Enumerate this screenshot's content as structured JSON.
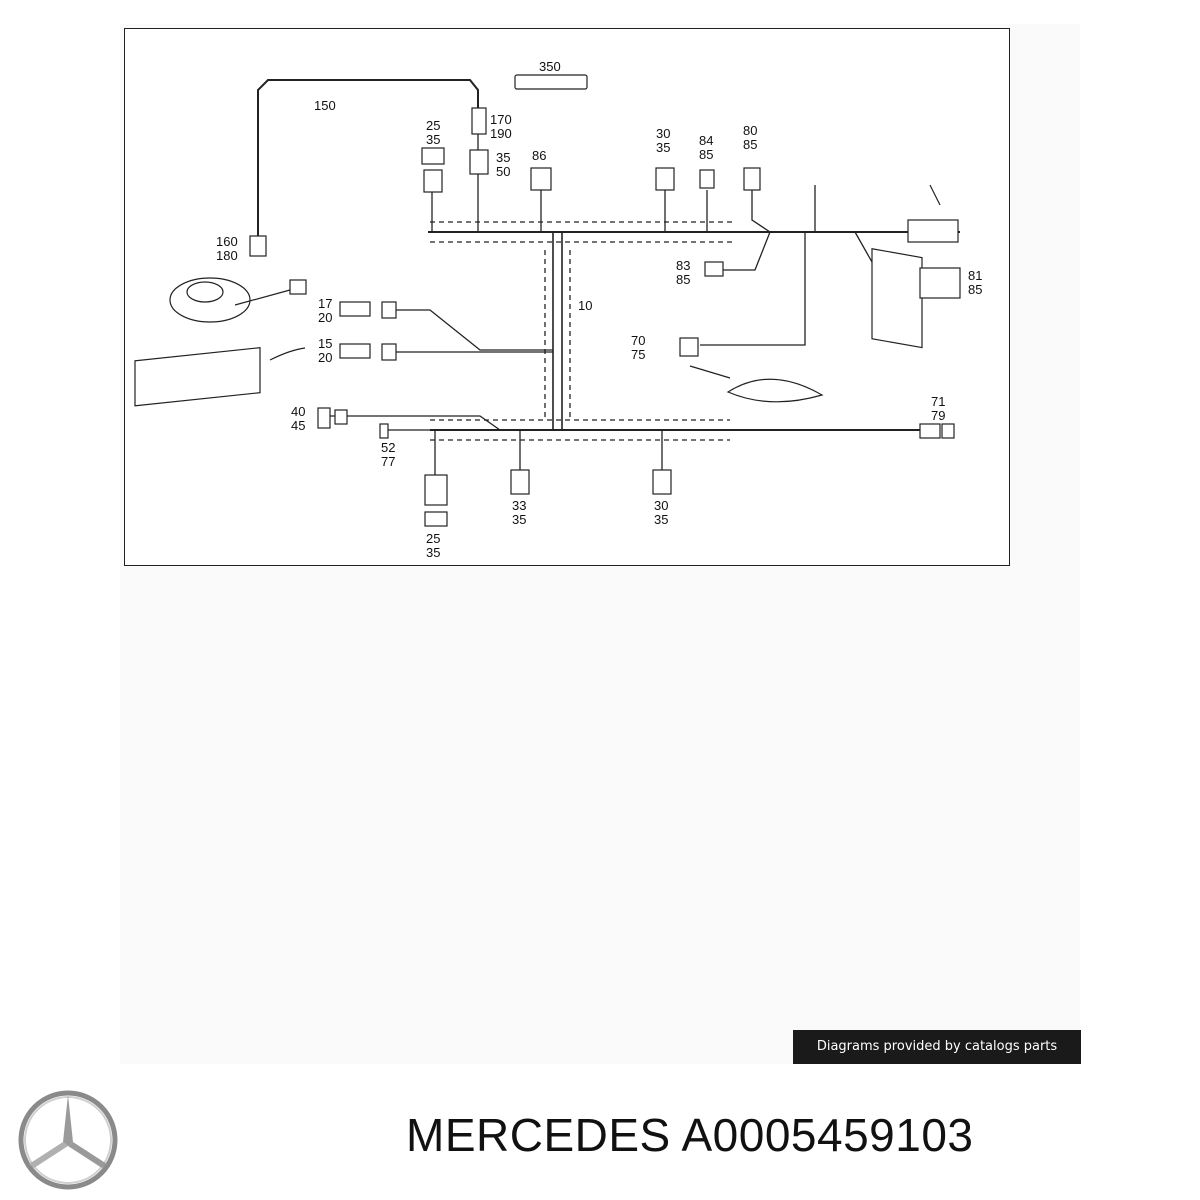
{
  "title": {
    "brand": "MERCEDES",
    "part_number": "A0005459103"
  },
  "caption": "Diagrams provided by catalogs parts",
  "brand_logo_icon": "mercedes-star-icon",
  "diagram": {
    "labels": {
      "l350": "350",
      "l150": "150",
      "l170": "170",
      "l190": "190",
      "l25a": "25",
      "l35a": "35",
      "l35b": "35",
      "l50": "50",
      "l86": "86",
      "l30a": "30",
      "l35c": "35",
      "l84": "84",
      "l85a": "85",
      "l80": "80",
      "l85b": "85",
      "l160": "160",
      "l180": "180",
      "l83": "83",
      "l85c": "85",
      "l81": "81",
      "l85d": "85",
      "l17": "17",
      "l20a": "20",
      "l10": "10",
      "l15": "15",
      "l20b": "20",
      "l70": "70",
      "l75": "75",
      "l71": "71",
      "l79": "79",
      "l40": "40",
      "l45": "45",
      "l52": "52",
      "l77": "77",
      "l33": "33",
      "l35e": "35",
      "l30b": "30",
      "l35f": "35",
      "l25b": "25",
      "l35g": "35"
    }
  }
}
